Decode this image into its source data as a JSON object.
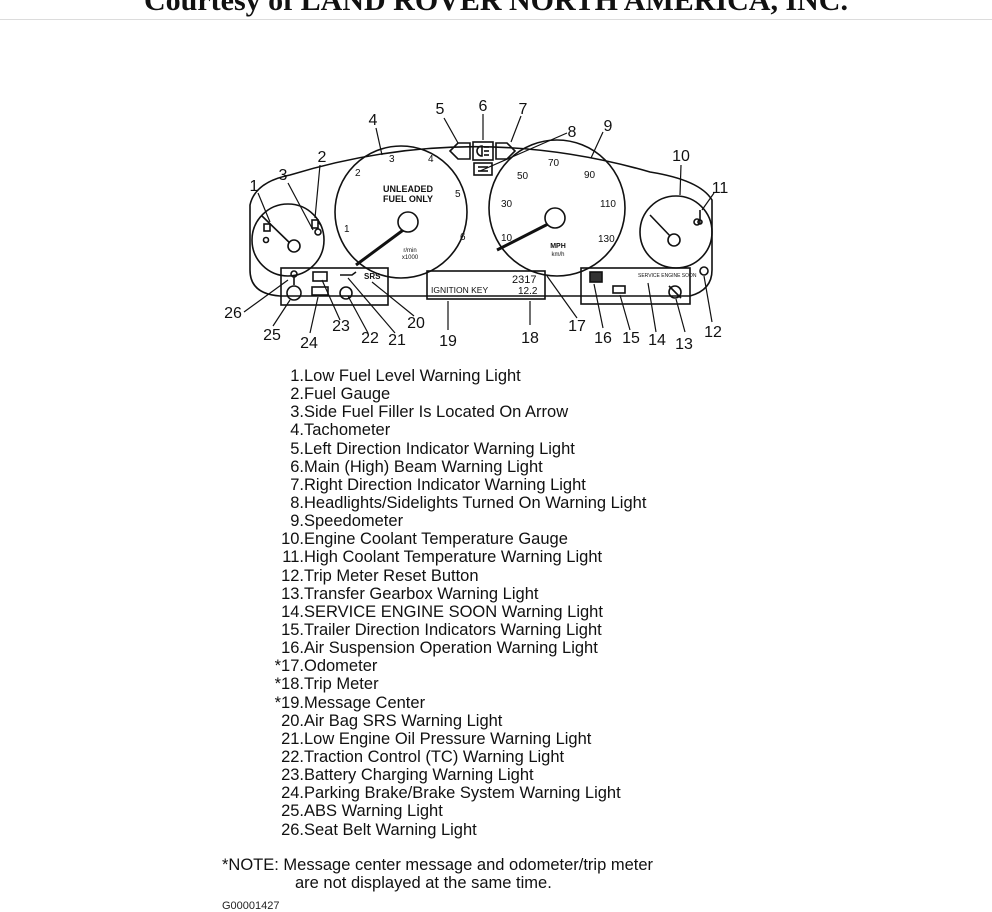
{
  "header": {
    "courtesy": "Courtesy of LAND ROVER NORTH AMERICA, INC."
  },
  "diagram": {
    "callouts": [
      "1",
      "2",
      "3",
      "4",
      "5",
      "6",
      "7",
      "8",
      "9",
      "10",
      "11",
      "12",
      "13",
      "14",
      "15",
      "16",
      "17",
      "18",
      "19",
      "20",
      "21",
      "22",
      "23",
      "24",
      "25",
      "26"
    ],
    "tachometer": {
      "line1": "UNLEADED",
      "line2": "FUEL ONLY",
      "unit1": "r/min",
      "unit2": "x1000",
      "ticks": [
        "1",
        "2",
        "3",
        "4",
        "5",
        "6"
      ]
    },
    "speedometer": {
      "unit1": "MPH",
      "unit2": "km/h",
      "ticks": [
        "10",
        "30",
        "50",
        "70",
        "90",
        "110",
        "130"
      ]
    },
    "message_center": {
      "text": "IGNITION KEY",
      "odometer": "2317",
      "trip": "12.2"
    },
    "srs_label": "SRS",
    "service_label": "SERVICE ENGINE SOON",
    "icons": [
      "low-fuel-icon",
      "fuel-pump-icon",
      "coolant-temp-icon",
      "left-arrow-icon",
      "main-beam-icon",
      "right-arrow-icon",
      "headlight-icon",
      "seat-belt-icon",
      "abs-icon",
      "parking-brake-icon",
      "battery-icon",
      "traction-control-icon",
      "oil-can-icon",
      "air-suspension-icon",
      "trailer-icon",
      "gearbox-icon",
      "reset-button-icon"
    ]
  },
  "legend": [
    {
      "num": "1.",
      "label": "Low Fuel Level Warning Light"
    },
    {
      "num": "2.",
      "label": "Fuel Gauge"
    },
    {
      "num": "3.",
      "label": "Side Fuel Filler Is Located On Arrow"
    },
    {
      "num": "4.",
      "label": "Tachometer"
    },
    {
      "num": "5.",
      "label": "Left Direction Indicator Warning Light"
    },
    {
      "num": "6.",
      "label": "Main (High) Beam Warning Light"
    },
    {
      "num": "7.",
      "label": "Right Direction Indicator Warning Light"
    },
    {
      "num": "8.",
      "label": "Headlights/Sidelights Turned On Warning Light"
    },
    {
      "num": "9.",
      "label": "Speedometer"
    },
    {
      "num": "10.",
      "label": "Engine Coolant Temperature Gauge"
    },
    {
      "num": "11.",
      "label": "High Coolant Temperature Warning Light"
    },
    {
      "num": "12.",
      "label": "Trip Meter Reset Button"
    },
    {
      "num": "13.",
      "label": "Transfer Gearbox Warning Light"
    },
    {
      "num": "14.",
      "label": "SERVICE ENGINE SOON Warning Light"
    },
    {
      "num": "15.",
      "label": "Trailer Direction Indicators Warning Light"
    },
    {
      "num": "16.",
      "label": "Air Suspension Operation Warning Light"
    },
    {
      "num": "*17.",
      "label": "Odometer"
    },
    {
      "num": "*18.",
      "label": "Trip Meter"
    },
    {
      "num": "*19.",
      "label": "Message Center"
    },
    {
      "num": "20.",
      "label": "Air Bag SRS Warning Light"
    },
    {
      "num": "21.",
      "label": "Low Engine Oil Pressure Warning Light"
    },
    {
      "num": "22.",
      "label": "Traction Control (TC) Warning Light"
    },
    {
      "num": "23.",
      "label": "Battery Charging Warning Light"
    },
    {
      "num": "24.",
      "label": "Parking Brake/Brake System Warning Light"
    },
    {
      "num": "25.",
      "label": "ABS Warning Light"
    },
    {
      "num": "26.",
      "label": "Seat Belt Warning Light"
    }
  ],
  "note": {
    "line1": "*NOTE: Message center message and odometer/trip meter",
    "line2": "are not displayed at the same time."
  },
  "figure_code": "G00001427"
}
